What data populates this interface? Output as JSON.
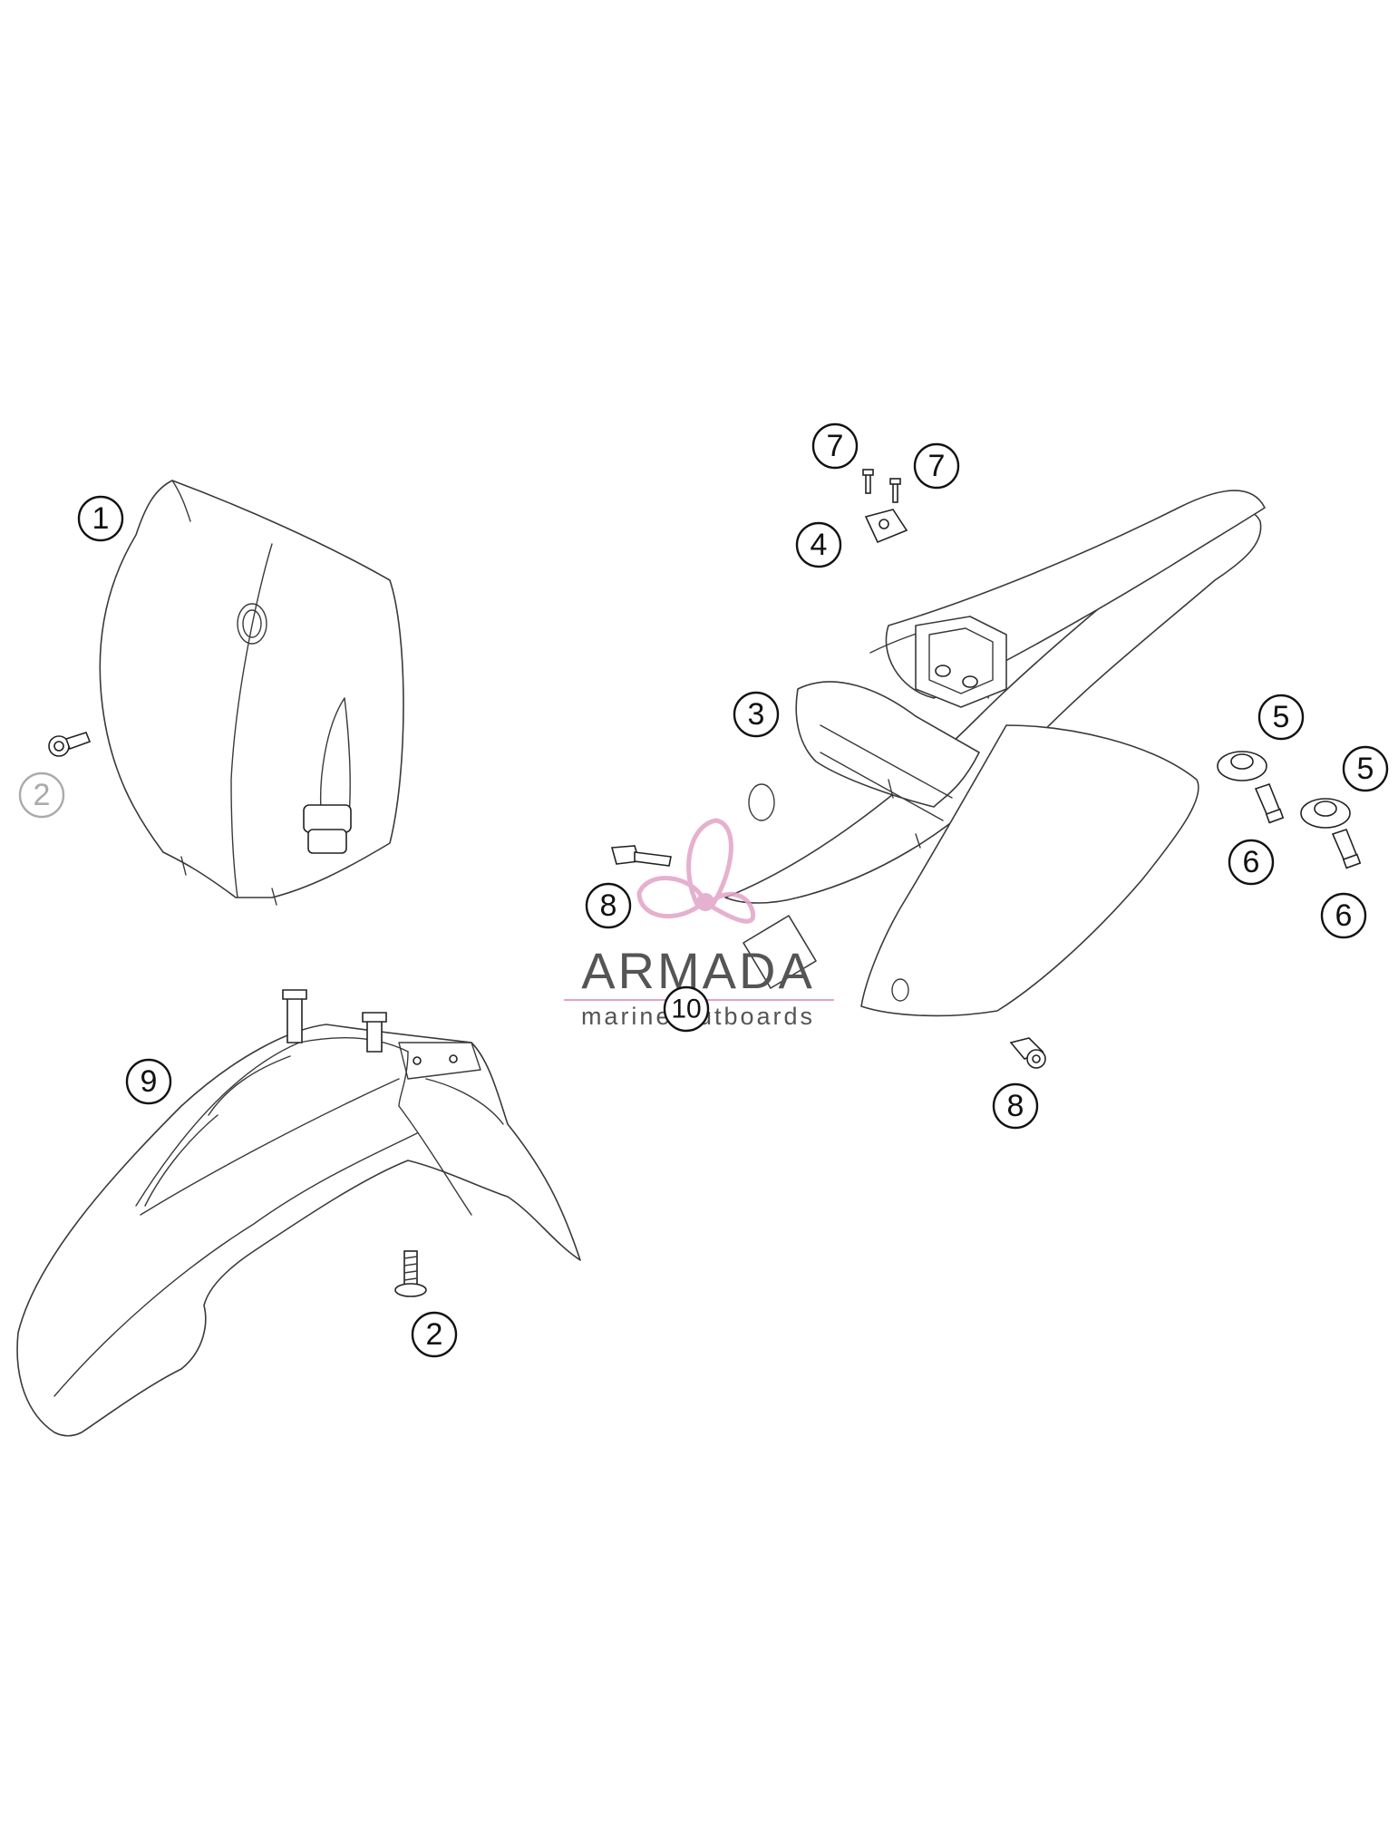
{
  "callouts": [
    "1",
    "2",
    "3",
    "4",
    "5",
    "6",
    "7",
    "8",
    "9",
    "10"
  ],
  "watermark": {
    "name": "ARMADA",
    "tagline": "marine outboards",
    "accent_color": "#e2a3c7",
    "text_color": "#555555"
  }
}
